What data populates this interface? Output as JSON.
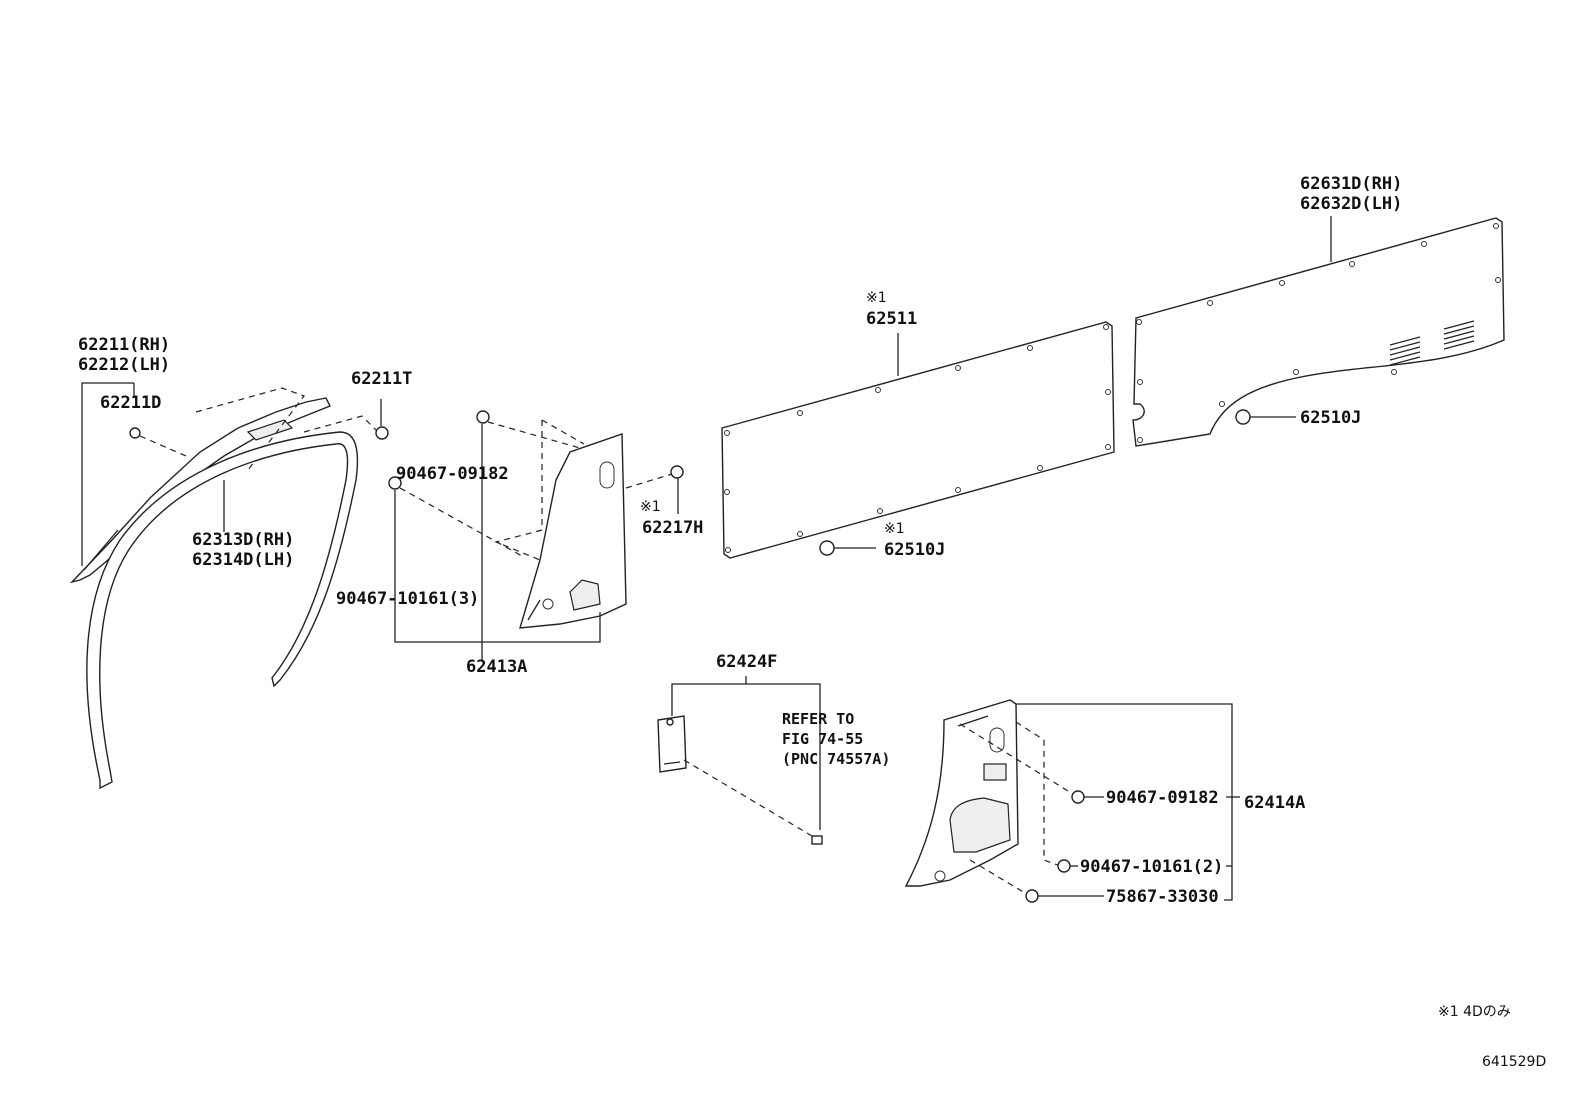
{
  "labels": {
    "p62211": "62211(RH)",
    "p62212": "62212(LH)",
    "p62211d": "62211D",
    "p62211t": "62211T",
    "p62313d": "62313D(RH)",
    "p62314d": "62314D(LH)",
    "p90467_09182_a": "90467-09182",
    "p90467_10161_3": "90467-10161(3)",
    "p62413a": "62413A",
    "star1_a": "※1",
    "p62217h": "62217H",
    "star1_b": "※1",
    "p62511": "62511",
    "star1_c": "※1",
    "p62510j_a": "62510J",
    "p62631d": "62631D(RH)",
    "p62632d": "62632D(LH)",
    "p62510j_b": "62510J",
    "p62424f": "62424F",
    "refer1": "REFER TO",
    "refer2": "FIG 74-55",
    "refer3": "(PNC 74557A)",
    "p90467_09182_b": "90467-09182",
    "p62414a": "62414A",
    "p90467_10161_2": "90467-10161(2)",
    "p75867": "75867-33030",
    "footnote": "※1 4Dのみ",
    "figure_id": "641529D"
  }
}
